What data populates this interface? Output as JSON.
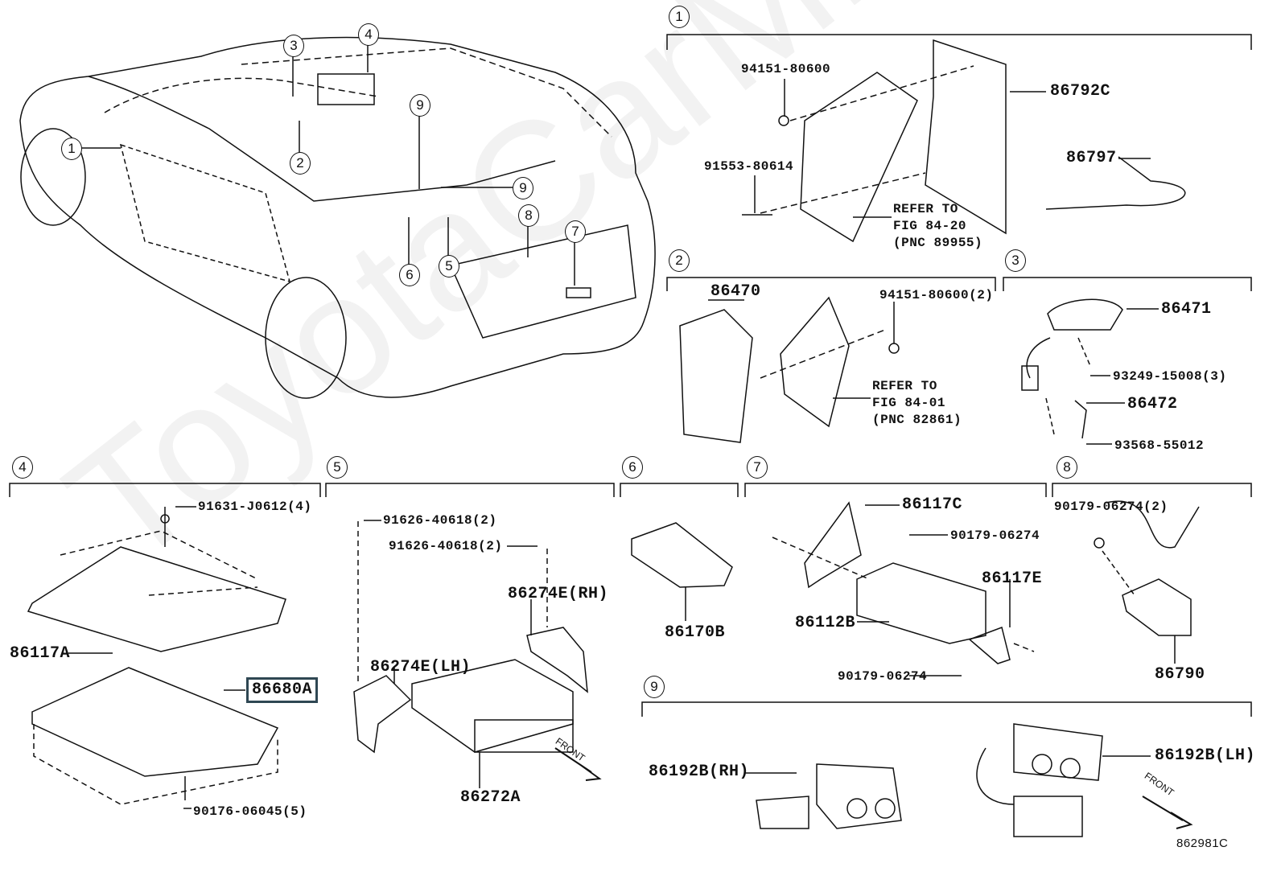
{
  "watermark": "ToyotaCarMine.ru",
  "figure_code": "862981C",
  "car_callouts": [
    "1",
    "2",
    "3",
    "4",
    "5",
    "6",
    "7",
    "8",
    "9",
    "9"
  ],
  "sections": [
    {
      "id": "1",
      "labels": [
        "94151-80600",
        "86792C",
        "91553-80614",
        "86797"
      ],
      "refer": [
        "REFER TO",
        "FIG 84-20",
        "(PNC 89955)"
      ]
    },
    {
      "id": "2",
      "labels": [
        "86470",
        "94151-80600(2)"
      ],
      "refer": [
        "REFER TO",
        "FIG 84-01",
        "(PNC 82861)"
      ]
    },
    {
      "id": "3",
      "labels": [
        "86471",
        "93249-15008(3)",
        "86472",
        "93568-55012"
      ]
    },
    {
      "id": "4",
      "labels": [
        "91631-J0612(4)",
        "86117A",
        "86680A",
        "90176-06045(5)"
      ]
    },
    {
      "id": "5",
      "labels": [
        "91626-40618(2)",
        "91626-40618(2)",
        "86274E(RH)",
        "86274E(LH)",
        "86272A"
      ],
      "front": "FRONT"
    },
    {
      "id": "6",
      "labels": [
        "86170B"
      ]
    },
    {
      "id": "7",
      "labels": [
        "86117C",
        "90179-06274",
        "86117E",
        "86112B",
        "90179-06274"
      ]
    },
    {
      "id": "8",
      "labels": [
        "90179-06274(2)",
        "86790"
      ]
    },
    {
      "id": "9",
      "labels": [
        "86192B(RH)",
        "86192B(LH)"
      ],
      "front": "FRONT"
    }
  ],
  "highlight_color": "#2f4753"
}
